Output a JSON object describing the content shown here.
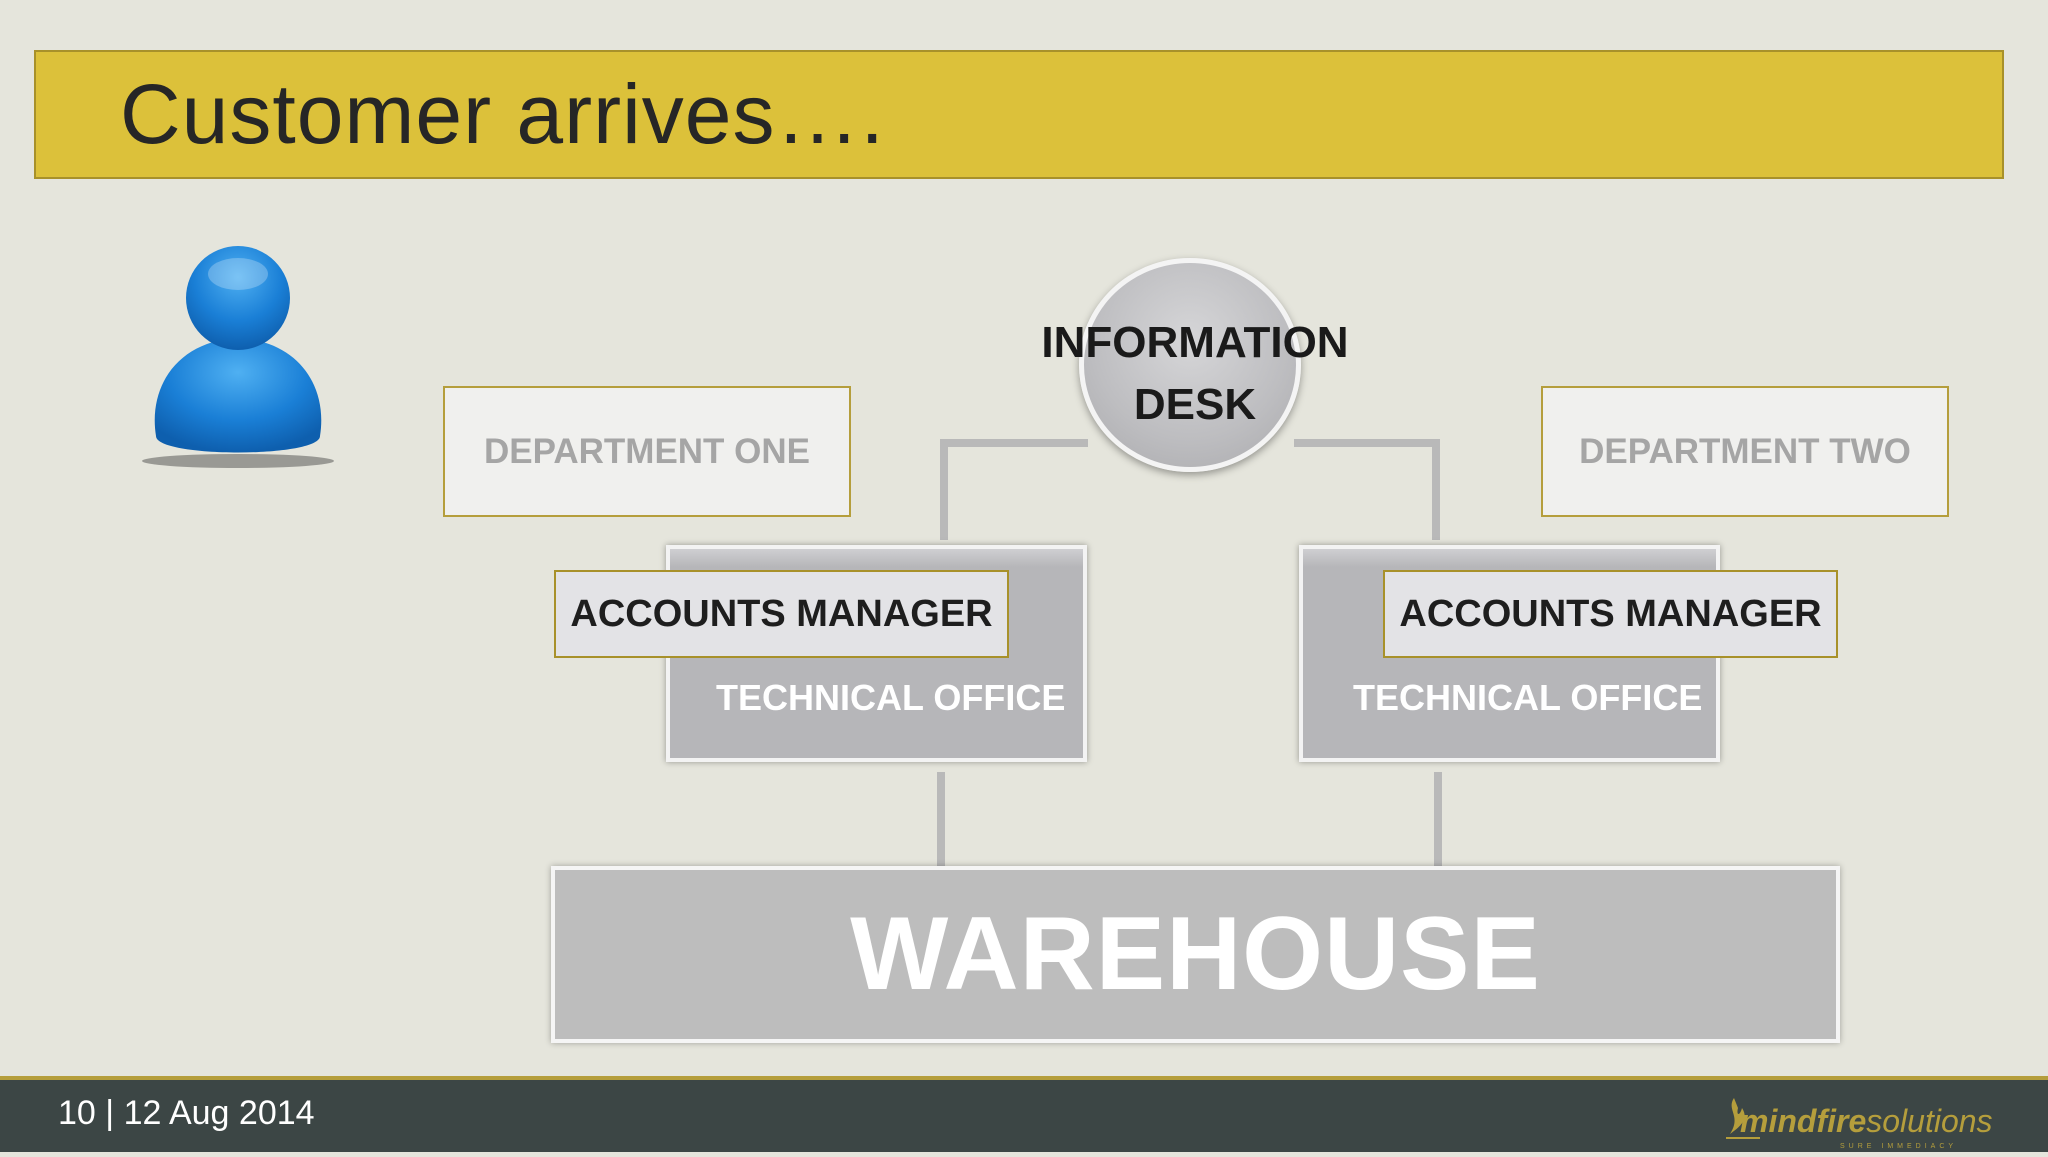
{
  "slide": {
    "title": "Customer arrives….",
    "number": "10",
    "separator": "|",
    "date": "12 Aug 2014"
  },
  "diagram": {
    "center": {
      "line1": "INFORMATION",
      "line2": "DESK"
    },
    "departments": [
      {
        "name": "DEPARTMENT ONE",
        "office": "TECHNICAL OFFICE",
        "manager": "ACCOUNTS MANAGER"
      },
      {
        "name": "DEPARTMENT TWO",
        "office": "TECHNICAL OFFICE",
        "manager": "ACCOUNTS MANAGER"
      }
    ],
    "warehouse": "WAREHOUSE"
  },
  "icons": {
    "customer": "person-icon",
    "logo": "mindfire-solutions-logo"
  },
  "logo": {
    "text_bold": "mindfire",
    "text_light": "solutions",
    "tagline": "SURE IMMEDIACY"
  },
  "colors": {
    "background": "#e5e5dc",
    "title_bar": "#dcc13a",
    "footer": "#3c4645",
    "accent_border": "#b59e3c",
    "person": "#1a7fd6",
    "box_gray": "#b6b6b9"
  }
}
